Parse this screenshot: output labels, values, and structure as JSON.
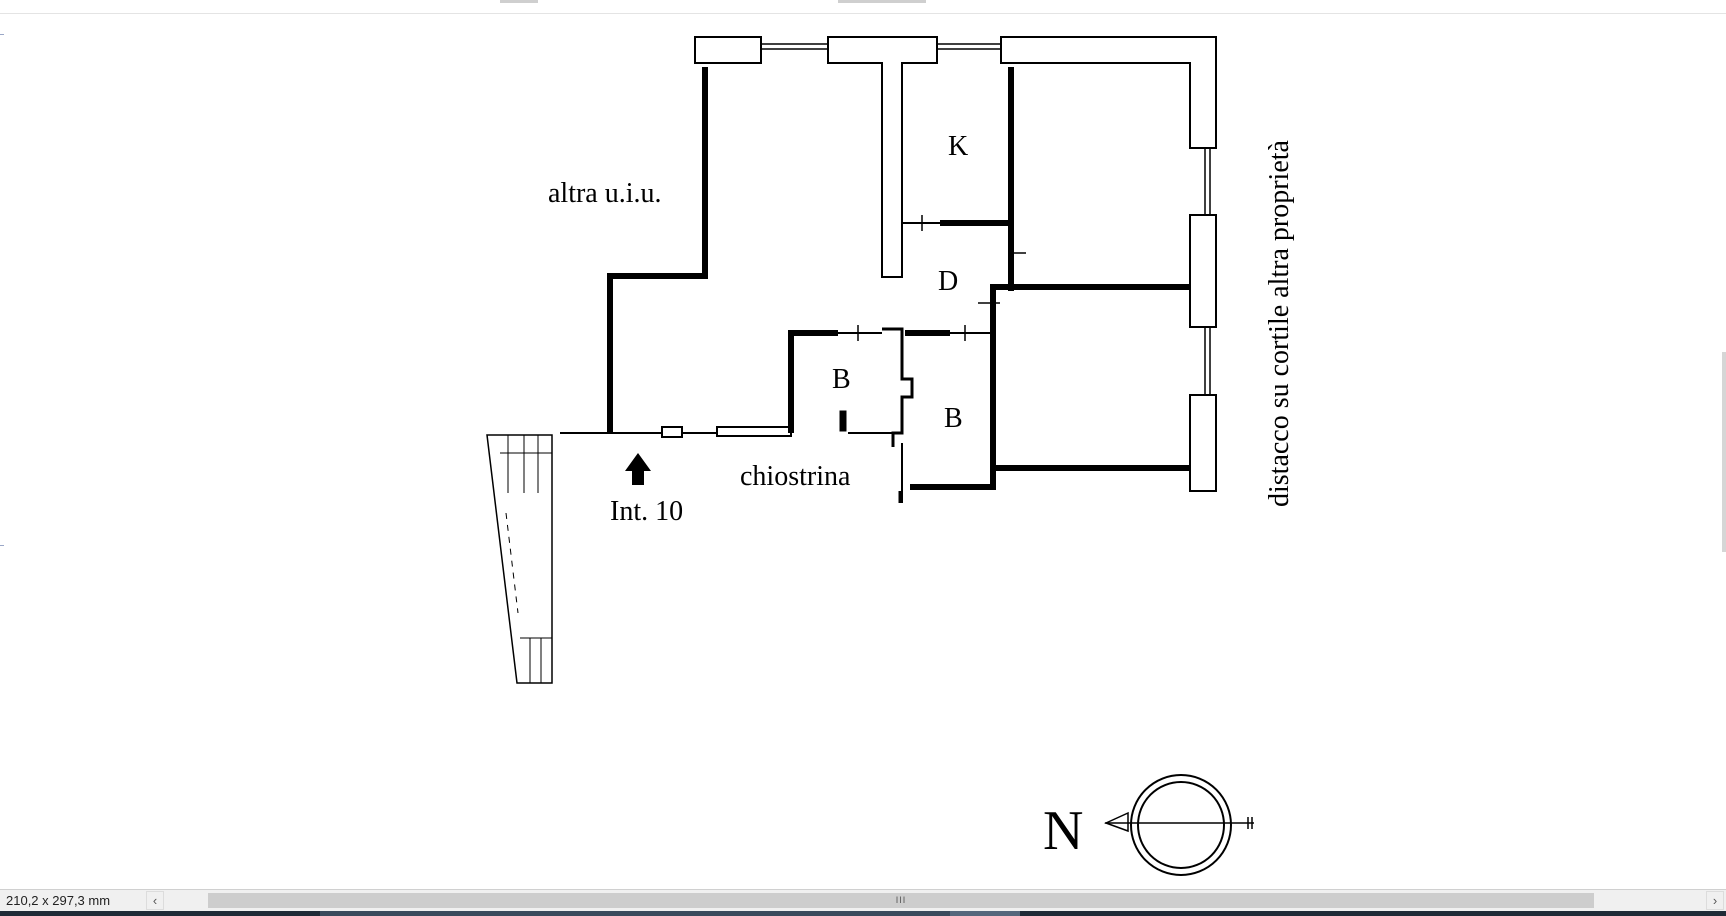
{
  "plan": {
    "labels": {
      "other_unit": "altra u.i.u.",
      "kitchen": "K",
      "hall": "D",
      "bath_1": "B",
      "bath_2": "B",
      "courtyard": "chiostrina",
      "entrance": "Int. 10",
      "side_note": "distacco su cortile altra proprietà",
      "north": "N"
    }
  },
  "status_bar": {
    "paper_size": "210,2 x 297,3 mm",
    "scroll_left_icon": "chevron-left-icon",
    "scroll_right_icon": "chevron-right-icon",
    "thumb_grip": "III"
  },
  "colors": {
    "ink": "#000000",
    "status_bg": "#f0f0f0",
    "scroll_thumb": "#cdcdcd",
    "taskbar": "#1f2a36"
  }
}
